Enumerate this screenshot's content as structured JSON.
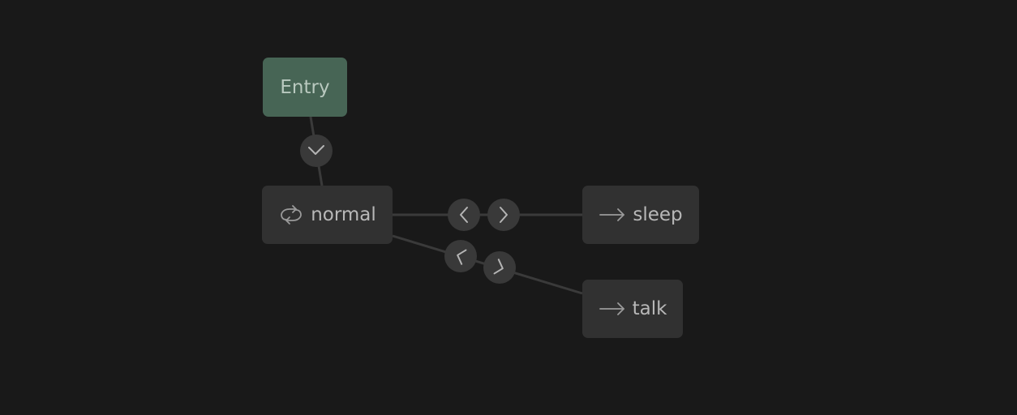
{
  "colors": {
    "background": "#191919",
    "node": "#313131",
    "entry_node": "#476555",
    "edge": "#3a3a3a",
    "handle": "#393939",
    "text": "#b8b8b8"
  },
  "nodes": {
    "entry": {
      "label": "Entry"
    },
    "normal": {
      "label": "normal",
      "icon": "loop-icon"
    },
    "sleep": {
      "label": "sleep",
      "icon": "arrow-right-icon"
    },
    "talk": {
      "label": "talk",
      "icon": "arrow-right-icon"
    }
  },
  "edges": [
    {
      "from": "Entry",
      "to": "normal",
      "handles": [
        "chevron-down-icon"
      ]
    },
    {
      "from": "normal",
      "to": "sleep",
      "handles": [
        "chevron-left-icon",
        "chevron-right-icon"
      ]
    },
    {
      "from": "normal",
      "to": "talk",
      "handles": [
        "chevron-left-icon",
        "chevron-right-icon"
      ]
    }
  ]
}
